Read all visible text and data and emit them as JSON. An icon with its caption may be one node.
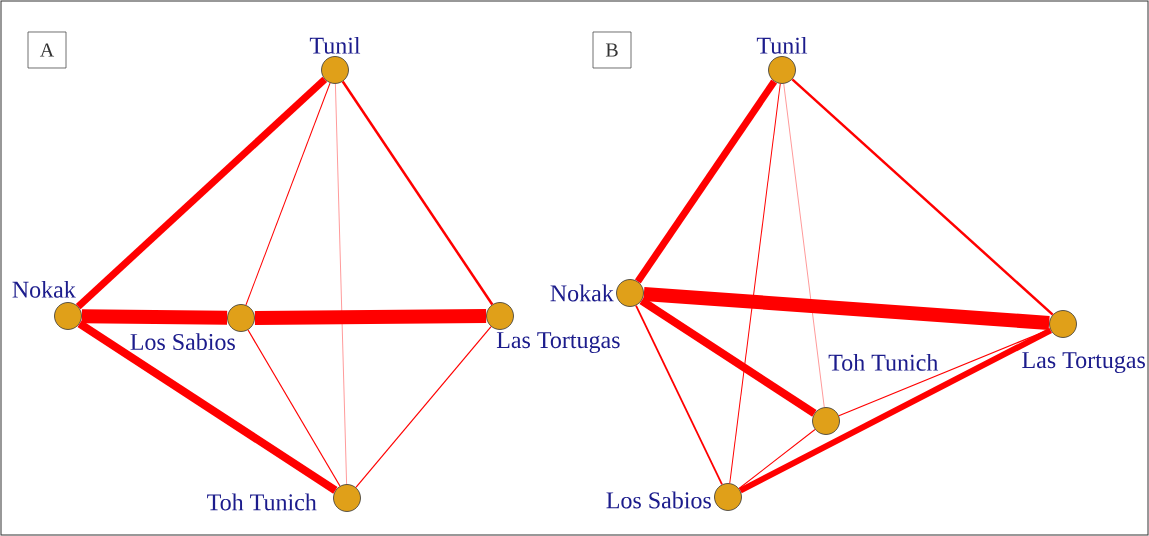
{
  "diagram": {
    "nodes": [
      {
        "text": [
          "A"
        ]
      },
      {
        "text": [
          "Tunil"
        ]
      },
      {
        "text": [
          "Nokak"
        ]
      },
      {
        "text": [
          "Los Sabios"
        ]
      },
      {
        "text": [
          "Las Tortugas"
        ]
      },
      {
        "text": [
          "Toh Tunich"
        ]
      },
      {
        "text": [
          "B"
        ]
      },
      {
        "text": [
          "Tunil"
        ]
      },
      {
        "text": [
          "Nokak"
        ]
      },
      {
        "text": [
          "Las Tortugas"
        ]
      },
      {
        "text": [
          "Toh Tunich"
        ]
      },
      {
        "text": [
          "Los Sabios"
        ]
      }
    ],
    "edges": [
      {
        "from": 1,
        "to": 2,
        "arrow": "none",
        "style": "thick"
      },
      {
        "from": 1,
        "to": 3,
        "arrow": "none"
      },
      {
        "from": 1,
        "to": 5,
        "arrow": "none"
      },
      {
        "from": 1,
        "to": 4,
        "arrow": "none"
      },
      {
        "from": 2,
        "to": 3,
        "arrow": "none",
        "style": "thick"
      },
      {
        "from": 3,
        "to": 4,
        "arrow": "none",
        "style": "thick"
      },
      {
        "from": 2,
        "to": 5,
        "arrow": "none",
        "style": "thick"
      },
      {
        "from": 3,
        "to": 5,
        "arrow": "none"
      },
      {
        "from": 4,
        "to": 5,
        "arrow": "none"
      },
      {
        "from": 7,
        "to": 8,
        "arrow": "none",
        "style": "thick"
      },
      {
        "from": 7,
        "to": 9,
        "arrow": "none"
      },
      {
        "from": 7,
        "to": 11,
        "arrow": "none"
      },
      {
        "from": 7,
        "to": 10,
        "arrow": "none"
      },
      {
        "from": 8,
        "to": 9,
        "arrow": "none",
        "style": "thick"
      },
      {
        "from": 8,
        "to": 10,
        "arrow": "none",
        "style": "thick"
      },
      {
        "from": 8,
        "to": 11,
        "arrow": "none"
      },
      {
        "from": 9,
        "to": 10,
        "arrow": "none"
      },
      {
        "from": 9,
        "to": 11,
        "arrow": "none",
        "style": "thick"
      },
      {
        "from": 10,
        "to": 11,
        "arrow": "none"
      }
    ]
  }
}
